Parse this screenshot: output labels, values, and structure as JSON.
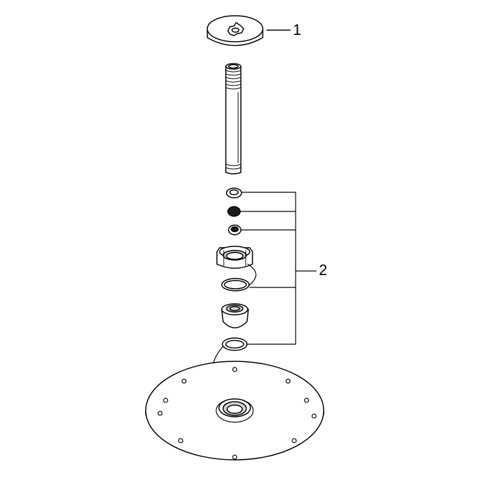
{
  "callouts": [
    {
      "id": "1",
      "label": "1"
    },
    {
      "id": "2",
      "label": "2"
    }
  ],
  "colors": {
    "stroke": "#000000",
    "background": "#ffffff",
    "shade": "#cfcfcf",
    "dark": "#1a1a1a"
  }
}
